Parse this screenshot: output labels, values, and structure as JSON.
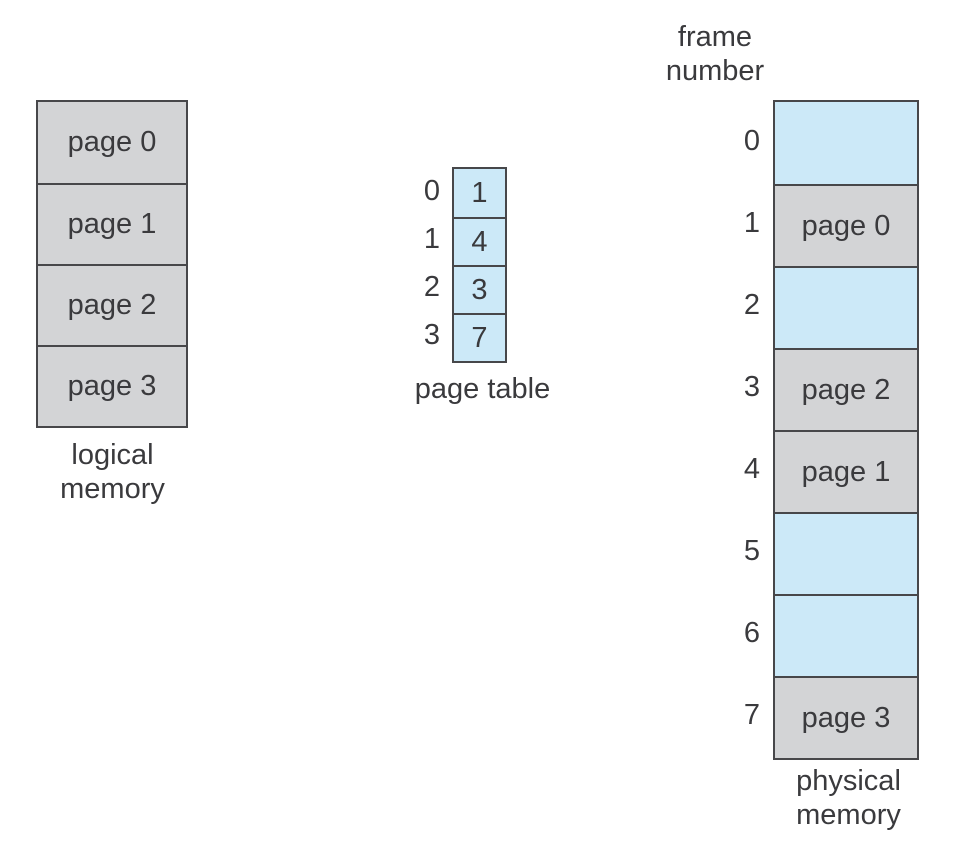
{
  "logical_memory": {
    "cells": [
      "page 0",
      "page 1",
      "page 2",
      "page 3"
    ],
    "caption_line1": "logical",
    "caption_line2": "memory"
  },
  "page_table": {
    "caption": "page table",
    "rows": [
      {
        "index": "0",
        "value": "1"
      },
      {
        "index": "1",
        "value": "4"
      },
      {
        "index": "2",
        "value": "3"
      },
      {
        "index": "3",
        "value": "7"
      }
    ]
  },
  "physical_memory": {
    "header_line1": "frame",
    "header_line2": "number",
    "caption_line1": "physical",
    "caption_line2": "memory",
    "frames": [
      {
        "number": "0",
        "content": ""
      },
      {
        "number": "1",
        "content": "page 0"
      },
      {
        "number": "2",
        "content": ""
      },
      {
        "number": "3",
        "content": "page 2"
      },
      {
        "number": "4",
        "content": "page 1"
      },
      {
        "number": "5",
        "content": ""
      },
      {
        "number": "6",
        "content": ""
      },
      {
        "number": "7",
        "content": "page 3"
      }
    ]
  },
  "colors": {
    "frame_fill": "#cce9f8",
    "page_fill": "#d3d4d6",
    "border": "#47474a",
    "text": "#3a3a3d"
  }
}
